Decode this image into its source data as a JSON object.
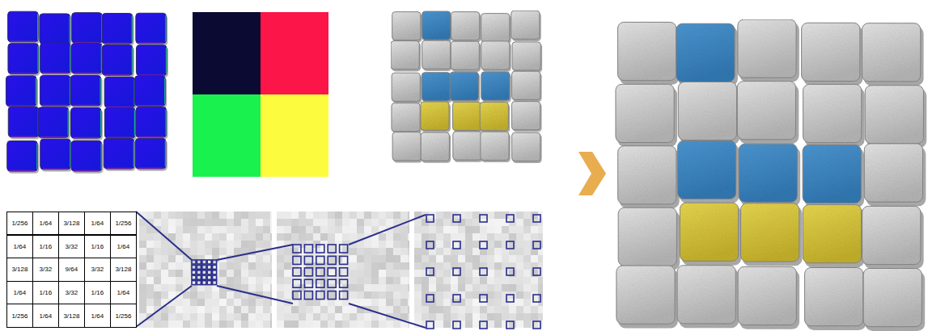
{
  "diagram": {
    "labels": [
      "1/256",
      "1/64",
      "3/128",
      "1/64",
      "1/256",
      "1/64",
      "1/16",
      "3/32",
      "1/16",
      "1/64",
      "3/128",
      "3/32",
      "9/64",
      "3/32",
      "3/128",
      "1/64",
      "1/16",
      "3/32",
      "1/16",
      "1/64",
      "1/256",
      "1/64",
      "3/128",
      "1/64",
      "1/256"
    ]
  }
}
